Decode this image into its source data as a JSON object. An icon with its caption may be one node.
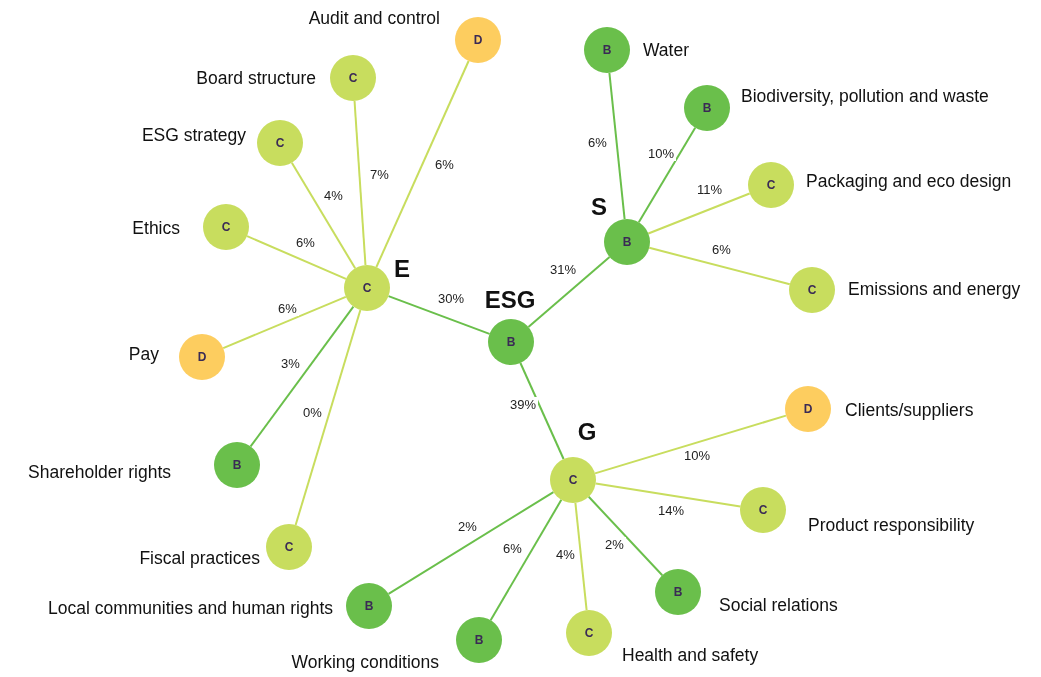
{
  "diagram": {
    "nodes": [
      {
        "text": [
          "ESG",
          "B"
        ]
      },
      {
        "text": [
          "S",
          "B"
        ]
      },
      {
        "text": [
          "E",
          "C"
        ]
      },
      {
        "text": [
          "G",
          "C"
        ]
      },
      {
        "text": [
          "Audit and control",
          "D"
        ]
      },
      {
        "text": [
          "Board structure",
          "C"
        ]
      },
      {
        "text": [
          "ESG strategy",
          "C"
        ]
      },
      {
        "text": [
          "Ethics",
          "C"
        ]
      },
      {
        "text": [
          "Pay",
          "D"
        ]
      },
      {
        "text": [
          "Shareholder rights",
          "B"
        ]
      },
      {
        "text": [
          "Fiscal practices",
          "C"
        ]
      },
      {
        "text": [
          "B",
          "Water"
        ]
      },
      {
        "text": [
          "B",
          "Biodiversity, pollution and waste"
        ]
      },
      {
        "text": [
          "C",
          "Packaging and eco design"
        ]
      },
      {
        "text": [
          "C",
          "Emissions and energy"
        ]
      },
      {
        "text": [
          "D",
          "Clients/suppliers"
        ]
      },
      {
        "text": [
          "C",
          "Product responsibility"
        ]
      },
      {
        "text": [
          "B",
          "Social relations"
        ]
      },
      {
        "text": [
          "C",
          "Health and safety"
        ]
      },
      {
        "text": [
          "Working conditions",
          "B"
        ]
      },
      {
        "text": [
          "Local communities and human rights",
          "B"
        ]
      }
    ],
    "edges": [
      {
        "from": 0,
        "to": 1,
        "arrow": "none",
        "label": "31%",
        "color": "#6abf4b"
      },
      {
        "from": 0,
        "to": 2,
        "arrow": "none",
        "label": "30%",
        "color": "#6abf4b"
      },
      {
        "from": 0,
        "to": 3,
        "arrow": "none",
        "label": "39%",
        "color": "#6abf4b"
      },
      {
        "from": 2,
        "to": 4,
        "arrow": "none",
        "label": "6%"
      },
      {
        "from": 2,
        "to": 5,
        "arrow": "none",
        "label": "7%"
      },
      {
        "from": 2,
        "to": 6,
        "arrow": "none",
        "label": "4%"
      },
      {
        "from": 2,
        "to": 7,
        "arrow": "none",
        "label": "6%"
      },
      {
        "from": 2,
        "to": 8,
        "arrow": "none",
        "label": "6%"
      },
      {
        "from": 2,
        "to": 9,
        "arrow": "none",
        "label": "3%",
        "color": "#6abf4b"
      },
      {
        "from": 2,
        "to": 10,
        "arrow": "none",
        "label": "0%"
      },
      {
        "from": 1,
        "to": 11,
        "arrow": "none",
        "label": "6%",
        "color": "#6abf4b"
      },
      {
        "from": 1,
        "to": 12,
        "arrow": "none",
        "label": "10%",
        "color": "#6abf4b"
      },
      {
        "from": 1,
        "to": 13,
        "arrow": "none",
        "label": "11%"
      },
      {
        "from": 1,
        "to": 14,
        "arrow": "none",
        "label": "6%"
      },
      {
        "from": 3,
        "to": 15,
        "arrow": "none",
        "label": "10%"
      },
      {
        "from": 3,
        "to": 16,
        "arrow": "none",
        "label": "14%"
      },
      {
        "from": 3,
        "to": 17,
        "arrow": "none",
        "label": "2%",
        "color": "#6abf4b"
      },
      {
        "from": 3,
        "to": 18,
        "arrow": "none",
        "label": "4%"
      },
      {
        "from": 3,
        "to": 19,
        "arrow": "none",
        "label": "6%",
        "color": "#6abf4b"
      },
      {
        "from": 3,
        "to": 20,
        "arrow": "none",
        "label": "2%",
        "color": "#6abf4b"
      }
    ]
  }
}
